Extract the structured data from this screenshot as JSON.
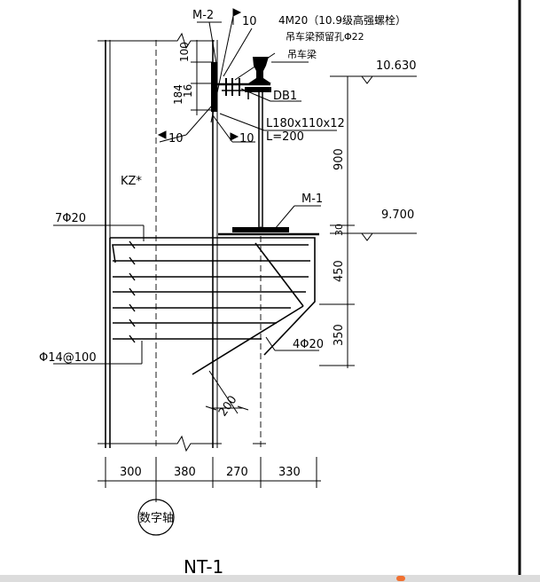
{
  "drawing": {
    "title": "NT-1",
    "axis_label": "数字轴",
    "column_label": "KZ*",
    "labels": {
      "plate_top": "M-2",
      "plate_bottom": "M-1",
      "bolts": "4M20（10.9级高强螺栓）",
      "bolt_hole": "吊车梁预留孔Φ22",
      "crane_beam": "吊车梁",
      "db1": "DB1",
      "angle": "L180x110x12",
      "angle_len": "L=200",
      "top_bars": "7Φ20",
      "stirrups": "Φ14@100",
      "diag_bars": "4Φ20"
    },
    "welds": [
      "10",
      "10",
      "10"
    ],
    "elevations": [
      "10.630",
      "9.700"
    ],
    "dims_left": [
      "100",
      "184",
      "16"
    ],
    "dims_right": [
      "900",
      "30",
      "450",
      "350"
    ],
    "dim_diag": "200",
    "dims_bottom": [
      "300",
      "380",
      "270",
      "330"
    ]
  }
}
